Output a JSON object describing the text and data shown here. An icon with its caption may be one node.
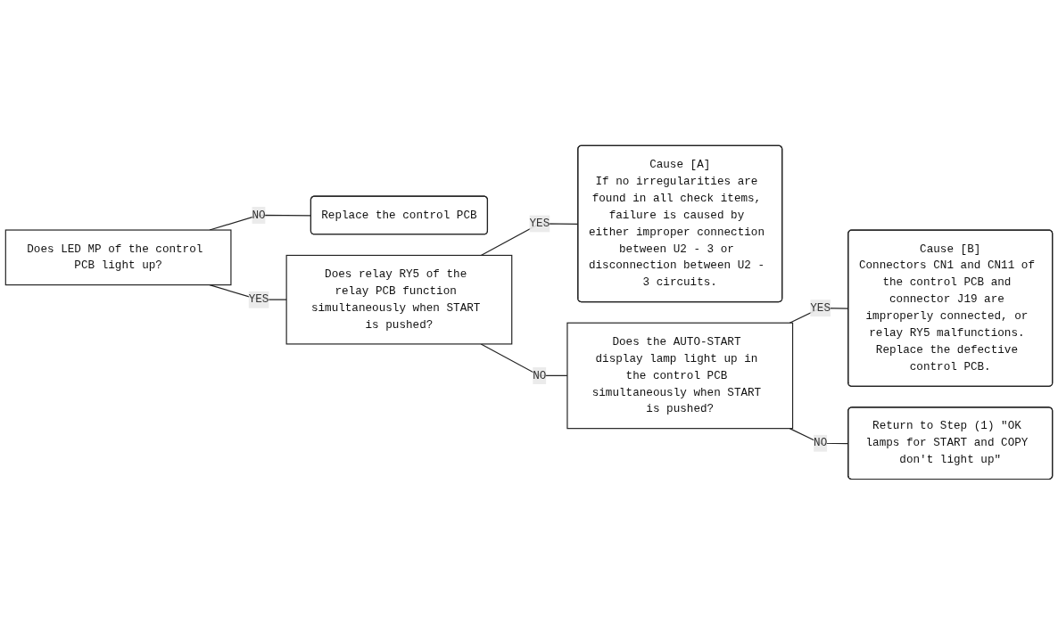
{
  "diagram": {
    "nodes": [
      {
        "text": [
          "Does LED MP of the control PCB light up?"
        ]
      },
      {
        "text": [
          "Replace the control PCB"
        ]
      },
      {
        "text": [
          "Does relay RY5 of the relay PCB function simultaneously when START is pushed?"
        ]
      },
      {
        "text": [
          "Cause [A]",
          "If no irregularities are found in all check items, failure is caused by either improper connection between U2 - 3 or disconnection between U2 - 3 circuits."
        ]
      },
      {
        "text": [
          "Does the AUTO-START display lamp light up in the control PCB simultaneously when START is pushed?"
        ]
      },
      {
        "text": [
          "Cause [B]",
          "Connectors CN1 and CN11 of the control PCB and connector J19 are improperly connected, or relay RY5 malfunctions. Replace the defective control PCB."
        ]
      },
      {
        "text": [
          "Return to Step (1) \"OK lamps for START and COPY don't light up\""
        ]
      }
    ],
    "edges": [
      {
        "from": 0,
        "to": 1,
        "arrow": "none",
        "label": "NO"
      },
      {
        "from": 0,
        "to": 2,
        "arrow": "none",
        "label": "YES"
      },
      {
        "from": 2,
        "to": 3,
        "arrow": "none",
        "label": "YES"
      },
      {
        "from": 2,
        "to": 4,
        "arrow": "none",
        "label": "NO"
      },
      {
        "from": 4,
        "to": 5,
        "arrow": "none",
        "label": "YES"
      },
      {
        "from": 4,
        "to": 6,
        "arrow": "none",
        "label": "NO"
      }
    ]
  }
}
